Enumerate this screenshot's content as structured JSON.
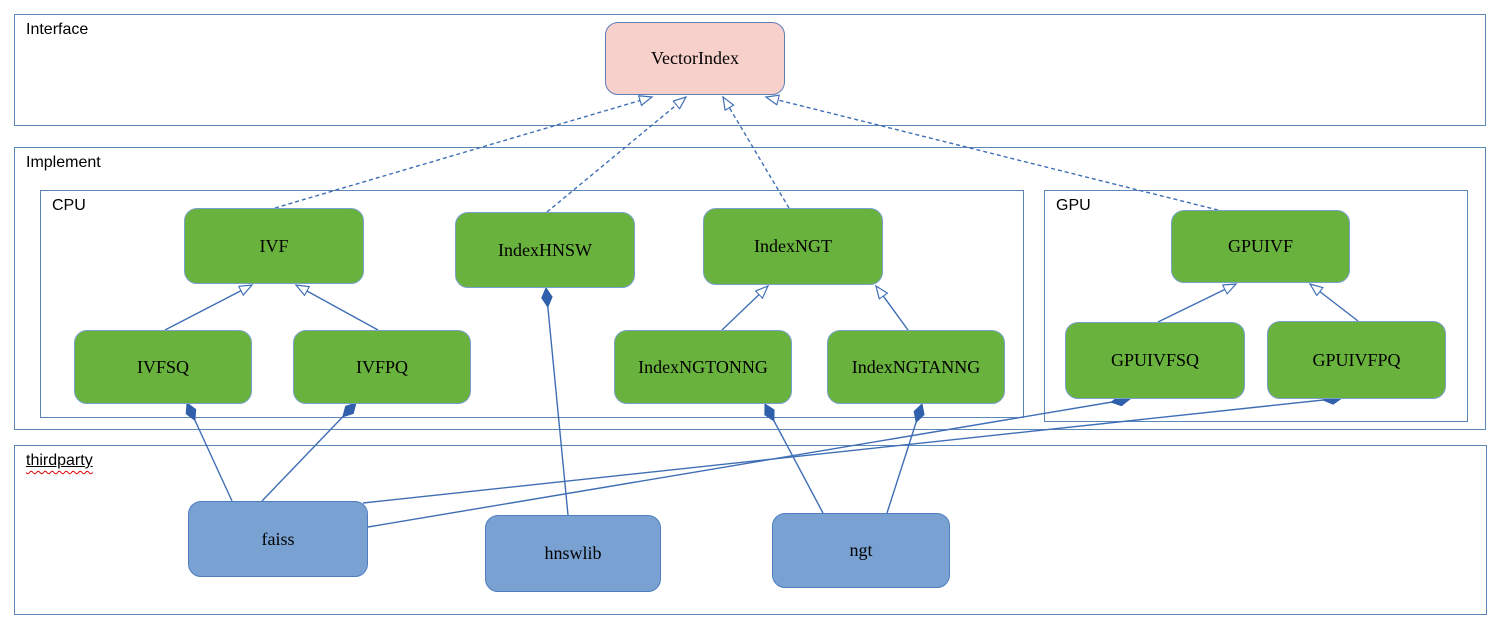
{
  "diagram": {
    "containers": {
      "interface": {
        "label": "Interface"
      },
      "implement": {
        "label": "Implement"
      },
      "cpu": {
        "label": "CPU"
      },
      "gpu": {
        "label": "GPU"
      },
      "thirdparty": {
        "label": "thirdparty"
      }
    },
    "nodes": {
      "vectorIndex": {
        "label": "VectorIndex"
      },
      "ivf": {
        "label": "IVF"
      },
      "indexHnsw": {
        "label": "IndexHNSW"
      },
      "indexNgt": {
        "label": "IndexNGT"
      },
      "ivfsq": {
        "label": "IVFSQ"
      },
      "ivfpq": {
        "label": "IVFPQ"
      },
      "indexNgtOnng": {
        "label": "IndexNGTONNG"
      },
      "indexNgtAnng": {
        "label": "IndexNGTANNG"
      },
      "gpuIvf": {
        "label": "GPUIVF"
      },
      "gpuIvfSq": {
        "label": "GPUIVFSQ"
      },
      "gpuIvfPq": {
        "label": "GPUIVFPQ"
      },
      "faiss": {
        "label": "faiss"
      },
      "hnswlib": {
        "label": "hnswlib"
      },
      "ngt": {
        "label": "ngt"
      }
    },
    "edges": {
      "realization": [
        {
          "from": "IVF",
          "to": "VectorIndex"
        },
        {
          "from": "IndexHNSW",
          "to": "VectorIndex"
        },
        {
          "from": "IndexNGT",
          "to": "VectorIndex"
        },
        {
          "from": "GPUIVF",
          "to": "VectorIndex"
        }
      ],
      "generalization": [
        {
          "from": "IVFSQ",
          "to": "IVF"
        },
        {
          "from": "IVFPQ",
          "to": "IVF"
        },
        {
          "from": "IndexNGTONNG",
          "to": "IndexNGT"
        },
        {
          "from": "IndexNGTANNG",
          "to": "IndexNGT"
        },
        {
          "from": "GPUIVFSQ",
          "to": "GPUIVF"
        },
        {
          "from": "GPUIVFPQ",
          "to": "GPUIVF"
        }
      ],
      "composition": [
        {
          "owner": "IVFSQ",
          "component": "faiss"
        },
        {
          "owner": "IVFPQ",
          "component": "faiss"
        },
        {
          "owner": "IndexHNSW",
          "component": "hnswlib"
        },
        {
          "owner": "IndexNGTONNG",
          "component": "ngt"
        },
        {
          "owner": "IndexNGTANNG",
          "component": "ngt"
        },
        {
          "owner": "GPUIVFSQ",
          "component": "faiss"
        },
        {
          "owner": "GPUIVFPQ",
          "component": "faiss"
        }
      ]
    },
    "colors": {
      "edge_blue": "#3f6eb5",
      "container_border": "#5b86b8",
      "node_green_fill": "#69b23e",
      "node_pink_fill": "#f8d0cb",
      "node_blue_fill": "#79a2d3",
      "diamond_fill": "#3060ab",
      "spellcheck_underline": "#e00000",
      "text": "#000000"
    }
  }
}
